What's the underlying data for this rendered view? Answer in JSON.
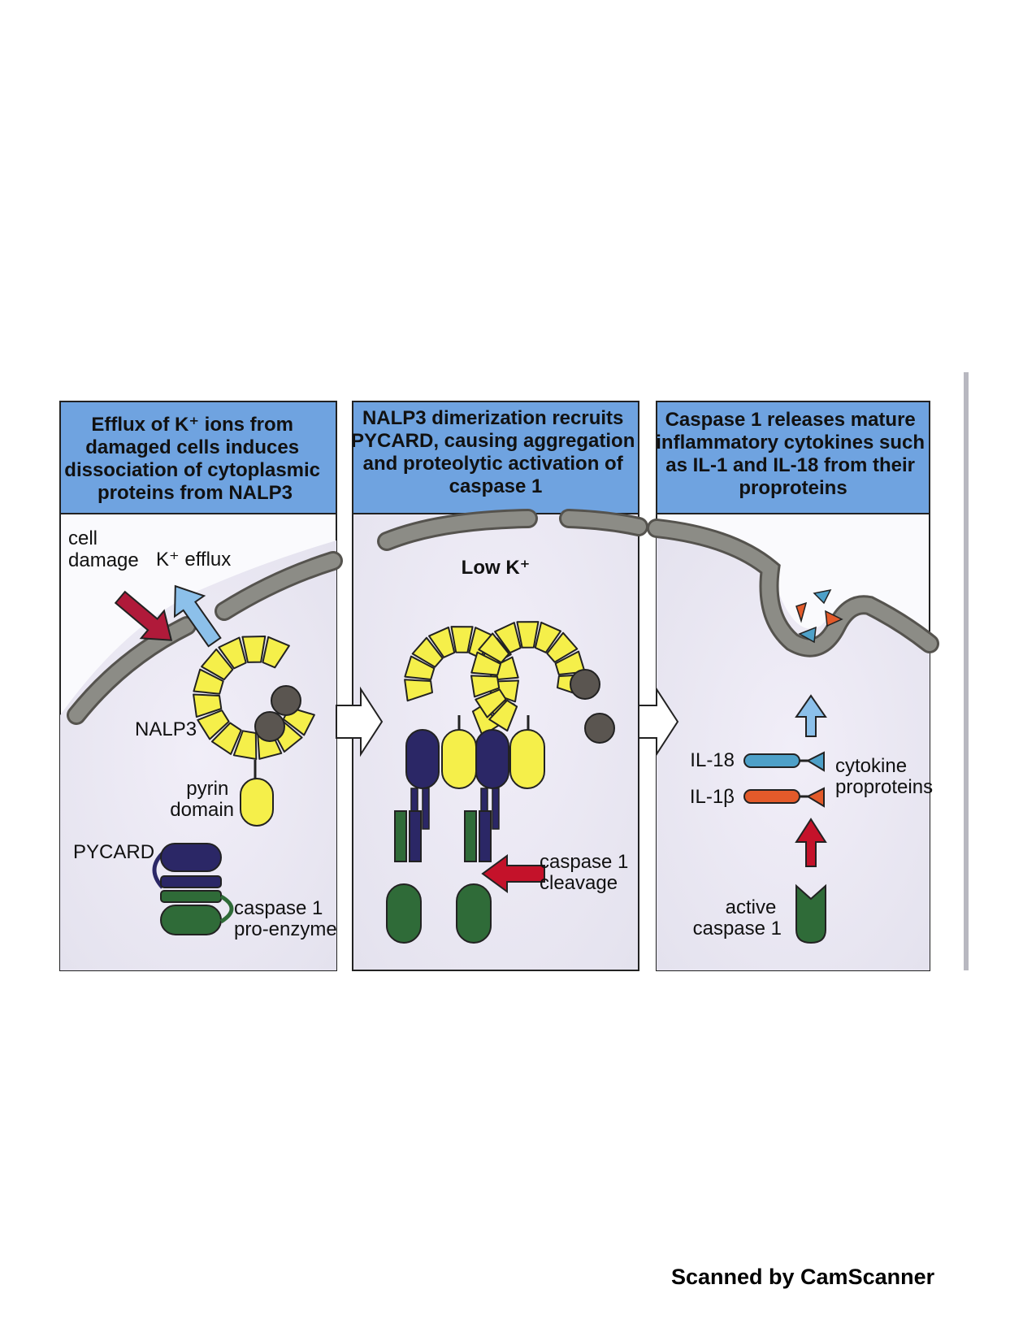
{
  "panels": [
    {
      "header": [
        "Efflux of K⁺ ions from",
        "damaged cells induces",
        "dissociation of cytoplasmic",
        "proteins from NALP3"
      ],
      "labels": {
        "cell_damage_1": "cell",
        "cell_damage_2": "damage",
        "k_efflux": "K⁺ efflux",
        "nalp3": "NALP3",
        "pyrin_1": "pyrin",
        "pyrin_2": "domain",
        "pycard": "PYCARD",
        "pro_1": "caspase 1",
        "pro_2": "pro-enzyme"
      }
    },
    {
      "header": [
        "NALP3 dimerization recruits",
        "PYCARD, causing aggregation",
        "and proteolytic activation of",
        "caspase 1"
      ],
      "labels": {
        "low_k": "Low K⁺",
        "cleavage_1": "caspase 1",
        "cleavage_2": "cleavage"
      }
    },
    {
      "header": [
        "Caspase 1 releases mature",
        "inflammatory cytokines such",
        "as IL-1 and IL-18 from their",
        "proproteins"
      ],
      "labels": {
        "il18": "IL-18",
        "il1b": "IL-1β",
        "cyto_1": "cytokine",
        "cyto_2": "proproteins",
        "active_1": "active",
        "active_2": "caspase 1"
      }
    }
  ],
  "footer": "Scanned by CamScanner",
  "colors": {
    "header_bg": "#6fa3e0",
    "panel_bg": "#ece9f6",
    "membrane": "#8c8c86",
    "nalp3_yellow": "#f5ef4a",
    "pycard_navy": "#2b2766",
    "caspase_green": "#2f6b38",
    "red_arrow": "#b01a3a",
    "blue_arrow": "#8cc0ea",
    "il18_blue": "#4ea0c8",
    "il1b_orange": "#e35a2a",
    "potassium_dark": "#5a5550"
  }
}
